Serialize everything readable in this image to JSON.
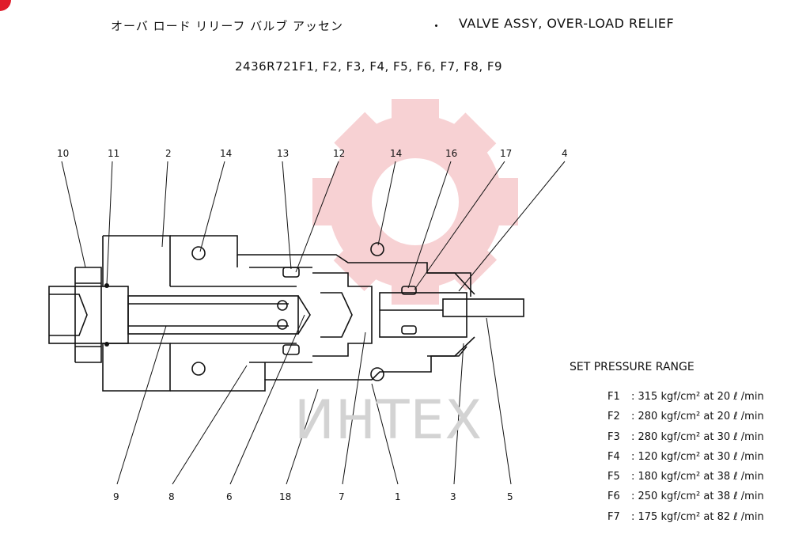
{
  "header": {
    "title_jp": "オーバ ロード リリーフ バルブ アッセン",
    "title_sep": "・",
    "title_en": "VALVE ASSY, OVER-LOAD RELIEF",
    "part_numbers": "2436R721F1, F2, F3, F4, F5, F6, F7, F8, F9"
  },
  "watermark": {
    "text": "ИНТЕХ",
    "logo_color": "#f4c0c4"
  },
  "callouts": {
    "top": [
      "10",
      "11",
      "2",
      "14",
      "13",
      "12",
      "14",
      "16",
      "17",
      "4"
    ],
    "bottom": [
      "9",
      "8",
      "6",
      "18",
      "7",
      "1",
      "3",
      "5"
    ]
  },
  "pressure": {
    "title": "SET PRESSURE RANGE",
    "rows": [
      {
        "code": "F1",
        "pressure": "315",
        "flow": "20"
      },
      {
        "code": "F2",
        "pressure": "280",
        "flow": "20"
      },
      {
        "code": "F3",
        "pressure": "280",
        "flow": "30"
      },
      {
        "code": "F4",
        "pressure": "120",
        "flow": "30"
      },
      {
        "code": "F5",
        "pressure": "180",
        "flow": "38"
      },
      {
        "code": "F6",
        "pressure": "250",
        "flow": "38"
      },
      {
        "code": "F7",
        "pressure": "175",
        "flow": "82"
      }
    ],
    "unit": "kgf/cm²",
    "at": "at",
    "flow_unit": "ℓ /min"
  },
  "colors": {
    "line": "#111111",
    "corner_logo": "#e01c2a"
  }
}
